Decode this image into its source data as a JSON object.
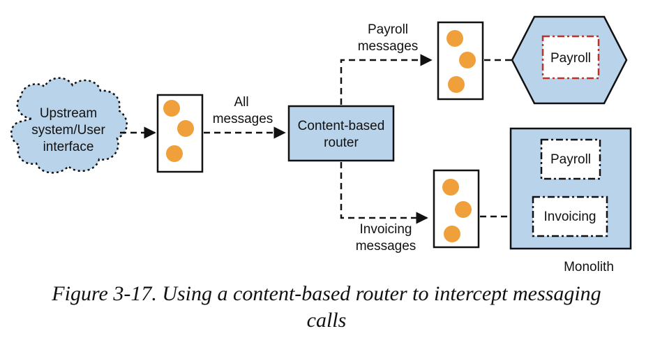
{
  "nodes": {
    "upstream": [
      "Upstream",
      "system/User",
      "interface"
    ],
    "router": [
      "Content-based",
      "router"
    ],
    "payroll_service": "Payroll",
    "monolith_payroll": "Payroll",
    "monolith_invoicing": "Invoicing",
    "monolith": "Monolith"
  },
  "edges": {
    "all": [
      "All",
      "messages"
    ],
    "payroll": [
      "Payroll",
      "messages"
    ],
    "invoicing": [
      "Invoicing",
      "messages"
    ]
  },
  "caption": {
    "line1": "Figure 3-17. Using a content-based router to intercept messaging",
    "line2": "calls"
  },
  "colors": {
    "box_fill": "#b9d3ea",
    "message_dot": "#f0a03a",
    "highlight_border": "#c0312b",
    "stroke": "#111111"
  }
}
